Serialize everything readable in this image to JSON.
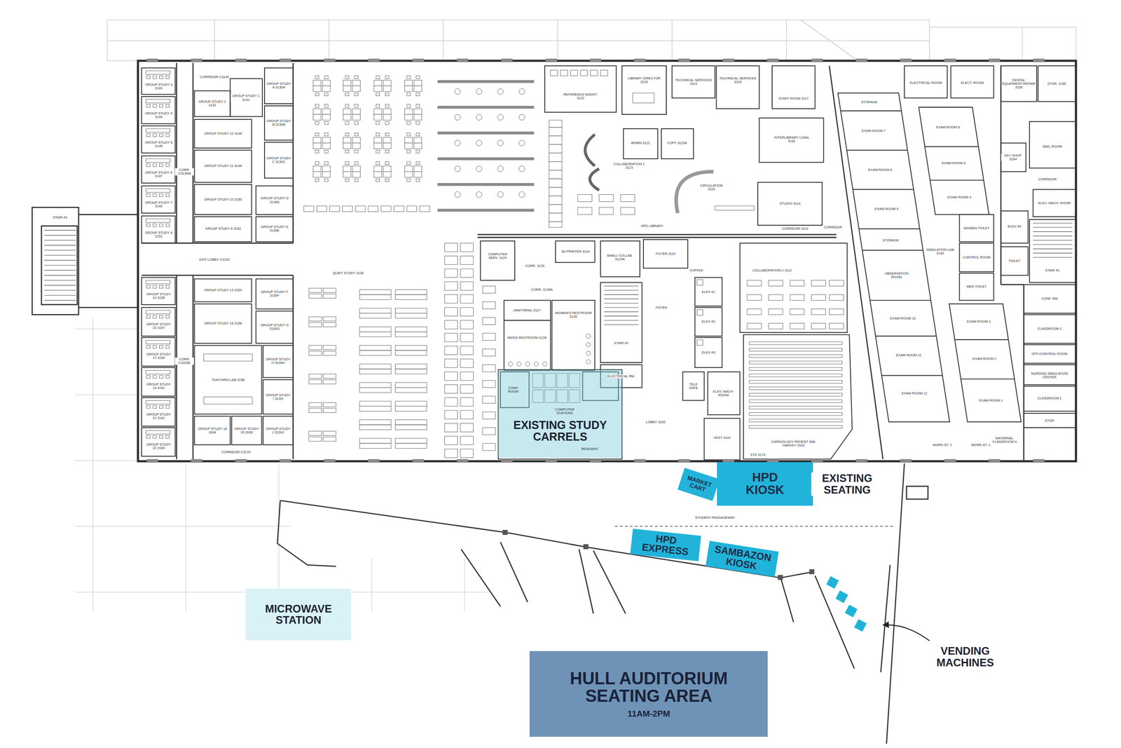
{
  "diagram": {
    "nodes": [
      {
        "text": [
          "EXISTING STUDY CARRELS"
        ]
      },
      {
        "text": [
          "MARKET CART"
        ]
      },
      {
        "text": [
          "HPD KIOSK"
        ]
      },
      {
        "text": [
          "HPD EXPRESS"
        ]
      },
      {
        "text": [
          "SAMBAZON KIOSK"
        ]
      },
      {
        "text": [
          "MICROWAVE STATION"
        ]
      },
      {
        "text": [
          "HULL AUDITORIUM SEATING AREA",
          "11AM-2PM"
        ]
      }
    ],
    "labels": [
      "STAIR #3",
      "GROUP STUDY 3 3143",
      "GROUP STUDY 4 3144",
      "GROUP STUDY 5 3145",
      "GROUP STUDY 6 3147",
      "GROUP STUDY 7 3149",
      "GROUP STUDY 8 3151",
      "GROUP STUDY 14 3155",
      "GROUP STUDY 15 3157",
      "GROUP STUDY 17 3159",
      "GROUP STUDY 19 3161",
      "GROUP STUDY 21 3162",
      "GROUP STUDY 22 3163",
      "CORR. C3130M",
      "CORR. C3153E",
      "CORRIDOR C3140",
      "EXIT LOBBY C3153",
      "CORRIDOR C3170",
      "GROUP STUDY 2 3142",
      "GROUP STUDY 1 3141",
      "GROUP STUDY 12 3146",
      "GROUP STUDY 11 3148",
      "GROUP STUDY 10 3150",
      "GROUP STUDY 9 3152",
      "GROUP STUDY A 3130A",
      "GROUP STUDY B 3130B",
      "GROUP STUDY C 3130C",
      "GROUP STUDY D 3130D",
      "GROUP STUDY E 3130E",
      "GROUP STUDY 13 3154",
      "GROUP STUDY F 3130F",
      "GROUP STUDY 16 3156",
      "GROUP STUDY G 3130G",
      "TEACHING LAB 3158",
      "GROUP STUDY H 3130H",
      "GROUP STUDY I 3130I",
      "GROUP STUDY 18 3164",
      "GROUP STUDY 20 3165",
      "GROUP STUDY J 3130J",
      "QUIET STUDY 3130",
      "REFERENCE ASSIST. 3122",
      "LIBRARY DIRECTOR 3120",
      "TECHNICAL SERVICES 3119",
      "TECHNICAL SERVICES 3118",
      "STAFF ROOM 3117",
      "ADMIN 3121",
      "COPY 3115A",
      "INTERLIBRARY LOAN 3116",
      "COLLABORATION 1 3123",
      "CIRCULATION 3115",
      "STUDIO 3114",
      "HPD LIBRARY",
      "CORRIDOR 3113",
      "COMPUTER SERV. 3129",
      "CORR. 3125",
      "3D PRINTER 3124",
      "SMALL COLLAB. 3123A",
      "CORR. 3125A",
      "JANITORIAL 3127",
      "MEN'S RESTROOM 3128",
      "WOMEN'S RESTROOM 3126",
      "STAIR #2",
      "FOYER 3110",
      "FOYER",
      "ELECTRICAL RM.",
      "LOBBY 3100",
      "COFFEE",
      "ELEV #1",
      "ELEV #2",
      "ELEV #3",
      "TELE DATA",
      "ELEV. MACH. ROOM",
      "VEST 3102",
      "COLLABORATION 2 3112",
      "CARDIOLOGY PATIENT SIM. HARVEY 3102",
      "STD 3174",
      "CORRIDOR",
      "STORAGE",
      "EXAM ROOM 7",
      "EXAM ROOM 8",
      "EXAM ROOM 9",
      "STORAGE",
      "OBSERVATION ROOM",
      "EXAM ROOM 10",
      "EXAM ROOM 11",
      "EXAM ROOM 12",
      "EXAM ROOM 6",
      "EXAM ROOM 5",
      "EXAM ROOM 4",
      "SIMULATION LAB 3149",
      "WOMEN TOILET",
      "CONTROL ROOM",
      "MEN TOILET",
      "EXAM ROOM 3",
      "EXAM ROOM 2",
      "EXAM ROOM 1",
      "WORK-ST. 2",
      "WORK-ST. 1",
      "MATERNAL CLASSROOM 3",
      "ELECTRICAL ROOM",
      "ELECT. ROOM",
      "DENTAL EQUIPMENT REPAIR 3155",
      "STOR. 3165",
      "KEY SHOP 3164",
      "MAIL ROOM",
      "CORRIDOR",
      "ELEV. MACH. ROOM",
      "ELEV #4",
      "STAIR #1",
      "TOILET",
      "CONF. RM",
      "CLASSROOM 2",
      "OFF./CONTROL ROOM",
      "NURSING SIMULATION CENTER",
      "CLASSROOM 1",
      "STOR",
      "STUDENT PASSAGEWAY",
      "CONF. ROOM",
      "COMPUTER STATIONS",
      "RESIDENT",
      "EXISTING SEATING",
      "VENDING MACHINES"
    ]
  }
}
